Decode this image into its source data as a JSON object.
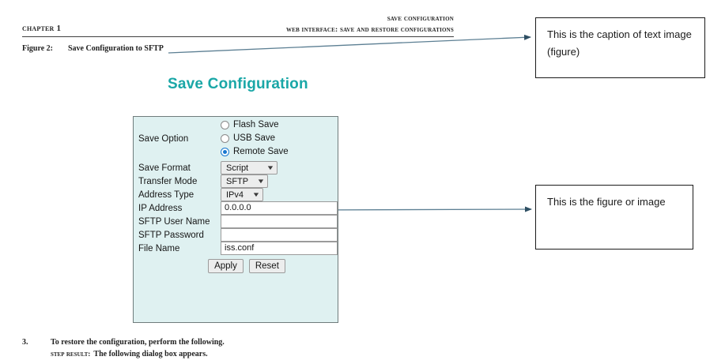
{
  "document": {
    "chapter_label": "Chapter 1",
    "header_line1": "Save Configuration",
    "header_line2": "Web Interface: Save and Restore Configurations",
    "figure": {
      "number": "Figure 2:",
      "caption": "Save Configuration to SFTP"
    },
    "step": {
      "number": "3.",
      "text": "To restore the configuration, perform the following.",
      "result_label": "Step Result:",
      "result_text": "The following dialog box appears."
    }
  },
  "callouts": {
    "caption_box": "This is the caption of text image (figure)",
    "figure_box": "This is the figure or image"
  },
  "web_ui": {
    "title": "Save Configuration",
    "accent_color": "#1aa7a7",
    "panel_background": "#dff1f1",
    "selected_radio_color": "#1878d0",
    "fields": {
      "save_option": {
        "label": "Save Option",
        "options": [
          {
            "label": "Flash Save",
            "selected": false
          },
          {
            "label": "USB Save",
            "selected": false
          },
          {
            "label": "Remote Save",
            "selected": true
          }
        ]
      },
      "save_format": {
        "label": "Save Format",
        "value": "Script",
        "icon": "chevron-down-icon"
      },
      "transfer_mode": {
        "label": "Transfer Mode",
        "value": "SFTP",
        "icon": "chevron-down-icon"
      },
      "address_type": {
        "label": "Address Type",
        "value": "IPv4",
        "icon": "chevron-down-icon"
      },
      "ip_address": {
        "label": "IP Address",
        "value": "0.0.0.0"
      },
      "sftp_user_name": {
        "label": "SFTP User Name",
        "value": ""
      },
      "sftp_password": {
        "label": "SFTP Password",
        "value": ""
      },
      "file_name": {
        "label": "File Name",
        "value": "iss.conf"
      }
    },
    "buttons": {
      "apply": "Apply",
      "reset": "Reset"
    }
  }
}
